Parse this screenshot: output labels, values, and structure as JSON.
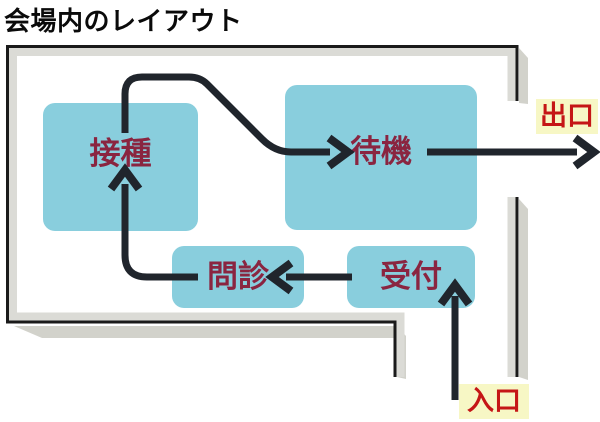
{
  "title": "会場内のレイアウト",
  "stations": {
    "sesshu": {
      "label": "接種"
    },
    "taiki": {
      "label": "待機"
    },
    "monshin": {
      "label": "問診"
    },
    "uketsuke": {
      "label": "受付"
    }
  },
  "gates": {
    "exit": {
      "label": "出口"
    },
    "entrance": {
      "label": "入口"
    }
  },
  "colors": {
    "station_fill": "#89cedd",
    "station_text": "#8a2540",
    "arrow": "#20252c",
    "wall": "#1a1a1a",
    "wall_bevel": "#dbdbd6",
    "wall_shadow": "#d2d2cb",
    "gate_label_bg": "#f7f7c5",
    "gate_label_text": "#c51616",
    "title_text": "#0a0a0a"
  }
}
